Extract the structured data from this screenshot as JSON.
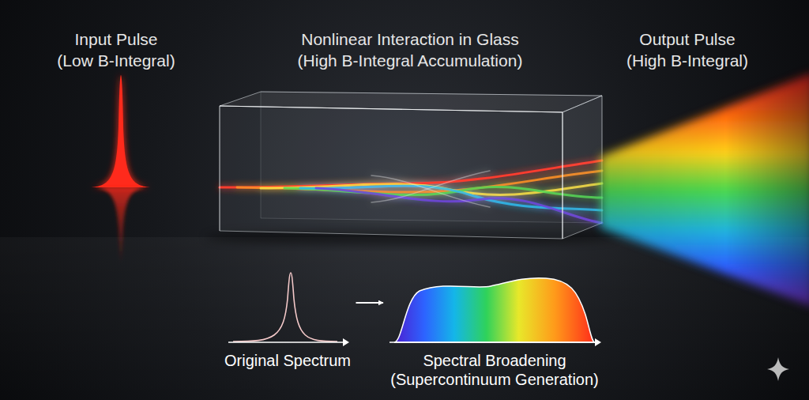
{
  "diagram": {
    "nodes": [
      {
        "text": [
          "Original Spectrum"
        ]
      },
      {
        "text": [
          "Spectral Broadening (Supercontinuum Generation)"
        ]
      }
    ],
    "edges": [
      {
        "from": 0,
        "to": 1,
        "arrow": "to"
      }
    ],
    "labels": [
      "Input Pulse (Low B-Integral)",
      "Nonlinear Interaction in Glass (High B-Integral Accumulation)",
      "Output Pulse (High B-Integral)"
    ]
  }
}
